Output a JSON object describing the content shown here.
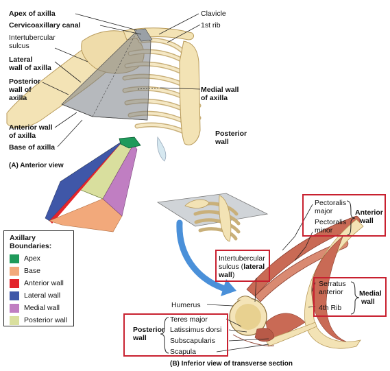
{
  "figure_a": {
    "labels": {
      "apex": "Apex of axilla",
      "cervicoaxillary": "Cervicoaxillary canal",
      "intertubercular_1": "Intertubercular",
      "intertubercular_2": "sulcus",
      "lateral_1": "Lateral",
      "lateral_2": "wall of axilla",
      "posterior_1": "Posterior",
      "posterior_2": "wall of",
      "posterior_3": "axilla",
      "anterior_1": "Anterior wall",
      "anterior_2": "of axilla",
      "base": "Base of axilla",
      "clavicle": "Clavicle",
      "first_rib": "1st rib",
      "medial_1": "Medial wall",
      "medial_2": "of axilla",
      "posterior_right_1": "Posterior",
      "posterior_right_2": "wall"
    },
    "caption": "(A) Anterior view"
  },
  "legend": {
    "title_1": "Axillary",
    "title_2": "Boundaries:",
    "items": [
      {
        "label": "Apex",
        "color": "#1f9a5b"
      },
      {
        "label": "Base",
        "color": "#f2a97b"
      },
      {
        "label": "Anterior wall",
        "color": "#e3242b"
      },
      {
        "label": "Lateral wall",
        "color": "#3f57a8"
      },
      {
        "label": "Medial wall",
        "color": "#c07ec2"
      },
      {
        "label": "Posterior wall",
        "color": "#d9df9e"
      }
    ]
  },
  "figure_b": {
    "labels": {
      "pectoralis_major_1": "Pectoralis",
      "pectoralis_major_2": "major",
      "pectoralis_minor_1": "Pectoralis",
      "pectoralis_minor_2": "minor",
      "anterior_wall_1": "Anterior",
      "anterior_wall_2": "wall",
      "intertubercular_1": "Intertubercular",
      "intertubercular_2": "sulcus (",
      "intertubercular_2b": "lateral",
      "intertubercular_3": "wall",
      "intertubercular_3b": ")",
      "serratus_1": "Serratus",
      "serratus_2": "anterior",
      "rib4": "4th Rib",
      "medial_wall_1": "Medial",
      "medial_wall_2": "wall",
      "humerus": "Humerus",
      "teres_major": "Teres major",
      "latissimus": "Latissimus dorsi",
      "subscapularis": "Subscapularis",
      "scapula": "Scapula",
      "posterior_wall_1": "Posterior",
      "posterior_wall_2": "wall"
    },
    "caption": "(B) Inferior view of transverse section"
  },
  "colors": {
    "highlight_box": "#c8202f",
    "bone": "#f3e3b5",
    "bone_outline": "#b89a5a",
    "muscle": "#c96a55",
    "arrow": "#4a90d9"
  }
}
